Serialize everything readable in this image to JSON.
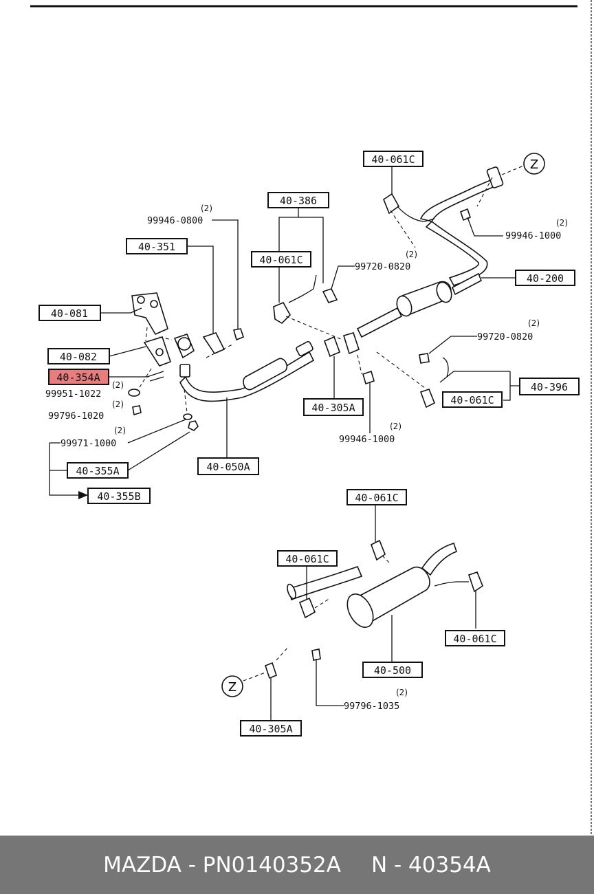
{
  "footer": {
    "brand_part": "MAZDA - PN0140352A",
    "ref": "N - 40354A"
  },
  "labels": {
    "b40_081": "40-081",
    "b40_082": "40-082",
    "b40_354a": "40-354A",
    "b40_351": "40-351",
    "b40_386": "40-386",
    "b40_061c_a": "40-061C",
    "b40_061c_top": "40-061C",
    "b40_200": "40-200",
    "b40_305a": "40-305A",
    "b40_061c_b": "40-061C",
    "b40_396": "40-396",
    "b40_355a": "40-355A",
    "b40_355b": "40-355B",
    "b40_050a": "40-050A",
    "b40_061c_c": "40-061C",
    "b40_061c_d": "40-061C",
    "b40_061c_e": "40-061C",
    "b40_500": "40-500",
    "b40_305a_2": "40-305A"
  },
  "numbers": {
    "n99946_0800": "99946-0800",
    "n99946_1000_top": "99946-1000",
    "n99720_0820_a": "99720-0820",
    "n99720_0820_b": "99720-0820",
    "n99951_1022": "99951-1022",
    "n99796_1020": "99796-1020",
    "n99971_1000": "99971-1000",
    "n99946_1000_mid": "99946-1000",
    "n99796_1035": "99796-1035"
  },
  "qty": "(2)",
  "ref_marker": "Z",
  "highlight_color": "#e87d7d"
}
